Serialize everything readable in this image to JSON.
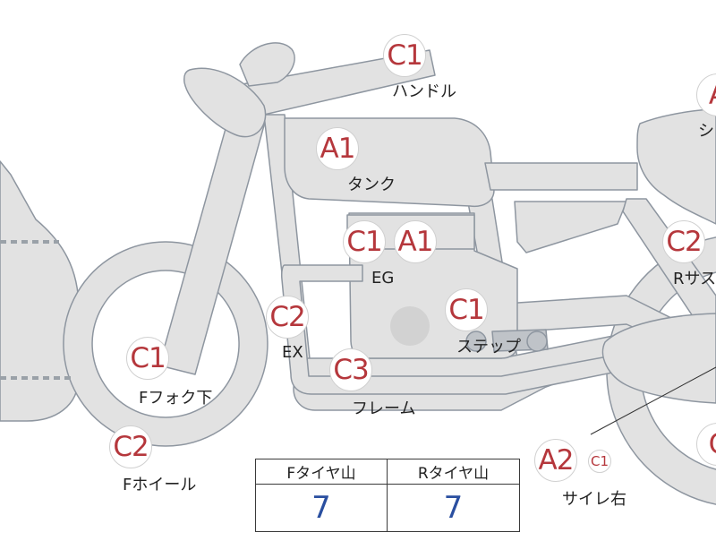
{
  "colors": {
    "part_fill": "#e2e2e2",
    "part_stroke": "#8e96a0",
    "grade_text": "#b5373c",
    "value_text": "#2a4fa0"
  },
  "parts": [
    {
      "key": "handle",
      "grade": "C1",
      "label": "ハンドル"
    },
    {
      "key": "tank",
      "grade": "A1",
      "label": "タンク"
    },
    {
      "key": "seat",
      "grade": "A",
      "label": "シ"
    },
    {
      "key": "engine",
      "grades": [
        "C1",
        "A1"
      ],
      "label": "EG"
    },
    {
      "key": "r-suspension",
      "grade": "C2",
      "label": "Rサス"
    },
    {
      "key": "exhaust",
      "grade": "C2",
      "label": "EX"
    },
    {
      "key": "step",
      "grade": "C1",
      "label": "ステップ"
    },
    {
      "key": "f-fork-lower",
      "grade": "C1",
      "label": "Fフォク下"
    },
    {
      "key": "frame",
      "grade": "C3",
      "label": "フレーム"
    },
    {
      "key": "f-wheel",
      "grade": "C2",
      "label": "Fホイール"
    },
    {
      "key": "silencer-right",
      "grade": "A2",
      "sub_grade": "C1",
      "label": "サイレ右"
    },
    {
      "key": "r-wheel",
      "grade": "C",
      "label": ""
    }
  ],
  "tread_table": {
    "headers": [
      "Fタイヤ山",
      "Rタイヤ山"
    ],
    "values": [
      "7",
      "7"
    ]
  }
}
